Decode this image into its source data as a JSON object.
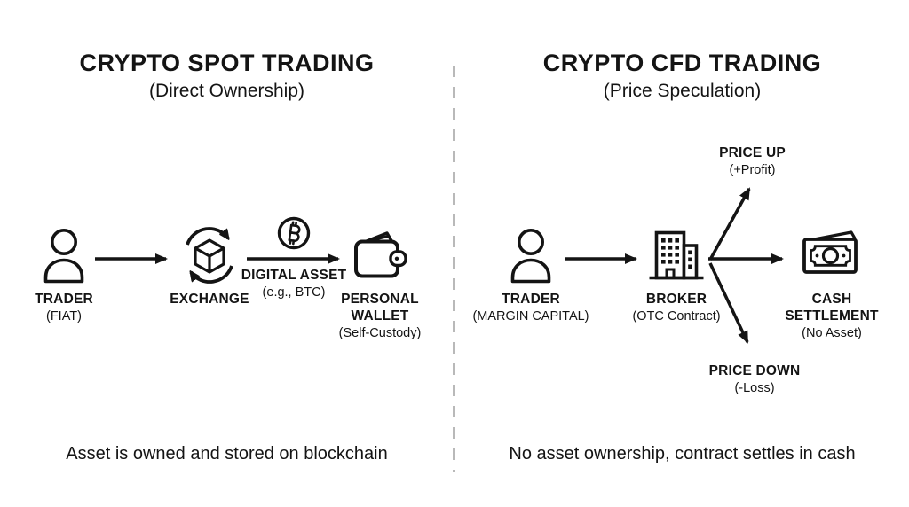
{
  "colors": {
    "ink": "#141414",
    "divider": "#b9b9b9",
    "background": "#ffffff"
  },
  "left": {
    "title": "CRYPTO SPOT TRADING",
    "subtitle": "(Direct Ownership)",
    "caption": "Asset is owned and stored on blockchain",
    "nodes": {
      "trader": {
        "label": "TRADER",
        "sublabel": "(FIAT)"
      },
      "exchange": {
        "label": "EXCHANGE"
      },
      "digital_asset": {
        "label": "DIGITAL ASSET",
        "sublabel": "(e.g., BTC)"
      },
      "personal_wallet": {
        "label": "PERSONAL WALLET",
        "sublabel": "(Self-Custody)"
      }
    }
  },
  "right": {
    "title": "CRYPTO CFD TRADING",
    "subtitle": "(Price Speculation)",
    "caption": "No asset ownership, contract settles in cash",
    "nodes": {
      "trader": {
        "label": "TRADER",
        "sublabel": "(MARGIN CAPITAL)"
      },
      "broker": {
        "label": "BROKER",
        "sublabel": "(OTC Contract)"
      },
      "price_up": {
        "label": "PRICE UP",
        "sublabel": "(+Profit)"
      },
      "cash_settlement": {
        "label": "CASH SETTLEMENT",
        "sublabel": "(No Asset)"
      },
      "price_down": {
        "label": "PRICE DOWN",
        "sublabel": "(-Loss)"
      }
    }
  }
}
